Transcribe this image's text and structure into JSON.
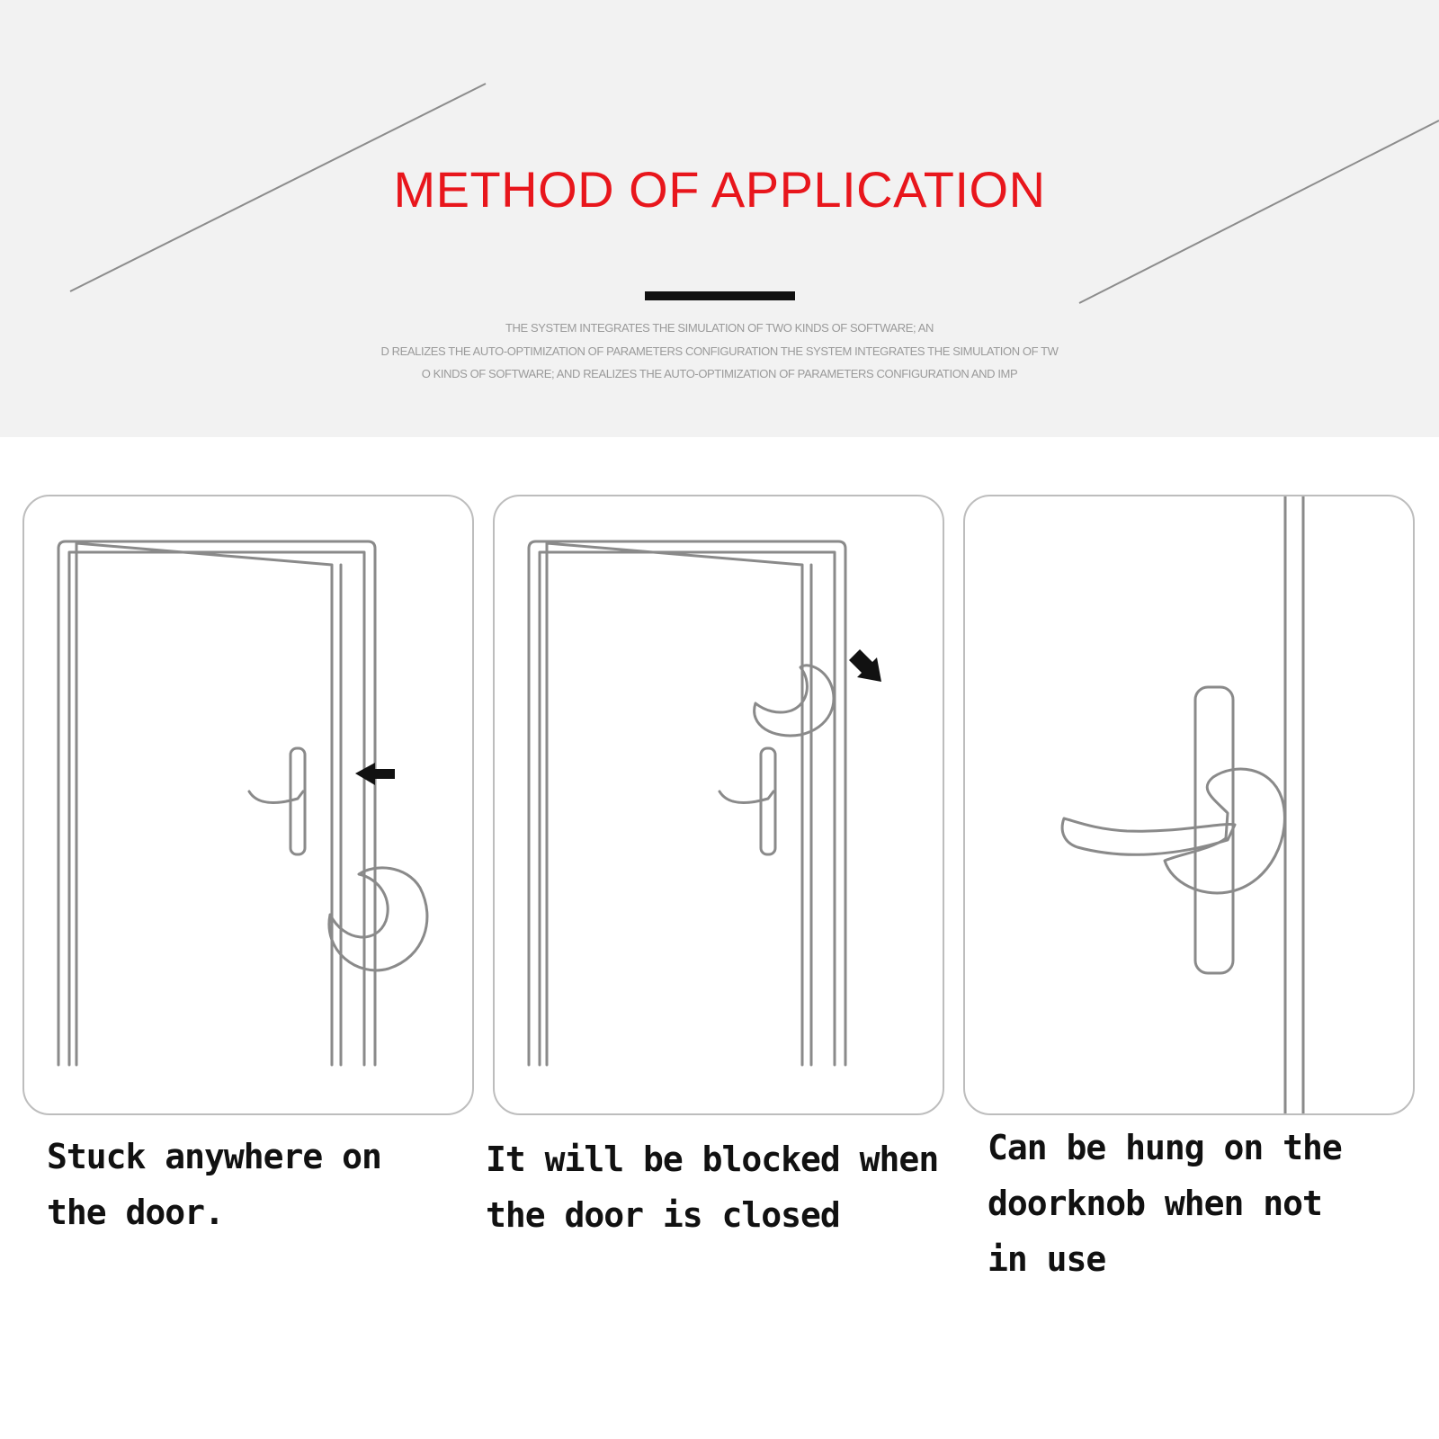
{
  "header": {
    "title": "METHOD OF APPLICATION",
    "subtext_lines": [
      "THE SYSTEM INTEGRATES THE SIMULATION OF TWO KINDS OF SOFTWARE; AN",
      "D REALIZES THE AUTO-OPTIMIZATION OF PARAMETERS CONFIGURATION THE SYSTEM INTEGRATES THE SIMULATION OF TW",
      "O KINDS OF SOFTWARE; AND REALIZES THE AUTO-OPTIMIZATION OF PARAMETERS CONFIGURATION AND IMP"
    ]
  },
  "steps": [
    {
      "caption_lines": [
        "Stuck anywhere on",
        "the door."
      ]
    },
    {
      "caption_lines": [
        "It will be blocked when",
        "the door is closed"
      ]
    },
    {
      "caption_lines": [
        "Can be hung on the",
        "doorknob when not",
        "in use"
      ]
    }
  ],
  "colors": {
    "title": "#e8161c",
    "header_bg": "#f2f2f2",
    "line_art": "#8a8a8a",
    "caption": "#111111"
  }
}
